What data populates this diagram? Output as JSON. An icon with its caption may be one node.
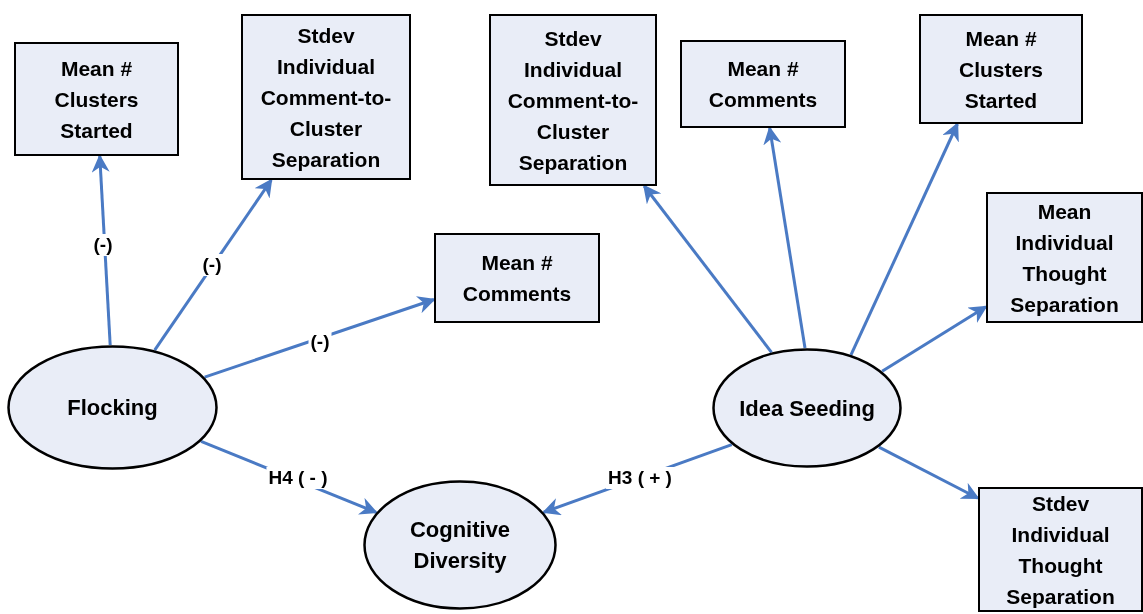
{
  "diagram": {
    "nodes": [
      {
        "text": [
          "Mean # Clusters Started"
        ]
      },
      {
        "text": [
          "Stdev Individual Comment-to-Cluster Separation"
        ]
      },
      {
        "text": [
          "Stdev Individual Comment-to-Cluster Separation"
        ]
      },
      {
        "text": [
          "Mean # Comments"
        ]
      },
      {
        "text": [
          "Mean # Clusters Started"
        ]
      },
      {
        "text": [
          "Mean # Comments"
        ]
      },
      {
        "text": [
          "Mean Individual Thought Separation"
        ]
      },
      {
        "text": [
          "Flocking"
        ]
      },
      {
        "text": [
          "Idea Seeding"
        ]
      },
      {
        "text": [
          "Cognitive Diversity"
        ]
      },
      {
        "text": [
          "Stdev Individual Thought Separation"
        ]
      }
    ],
    "edges": [
      {
        "from": 7,
        "to": 0,
        "arrow": "to",
        "label": "(-)"
      },
      {
        "from": 7,
        "to": 1,
        "arrow": "to",
        "label": "(-)"
      },
      {
        "from": 7,
        "to": 5,
        "arrow": "to",
        "label": "(-)"
      },
      {
        "from": 7,
        "to": 9,
        "arrow": "to",
        "label": "H4 ( - )"
      },
      {
        "from": 8,
        "to": 9,
        "arrow": "to",
        "label": "H3 ( + )"
      },
      {
        "from": 8,
        "to": 2,
        "arrow": "to"
      },
      {
        "from": 8,
        "to": 3,
        "arrow": "to"
      },
      {
        "from": 8,
        "to": 4,
        "arrow": "to"
      },
      {
        "from": 8,
        "to": 6,
        "arrow": "to"
      },
      {
        "from": 8,
        "to": 10,
        "arrow": "to"
      }
    ]
  }
}
